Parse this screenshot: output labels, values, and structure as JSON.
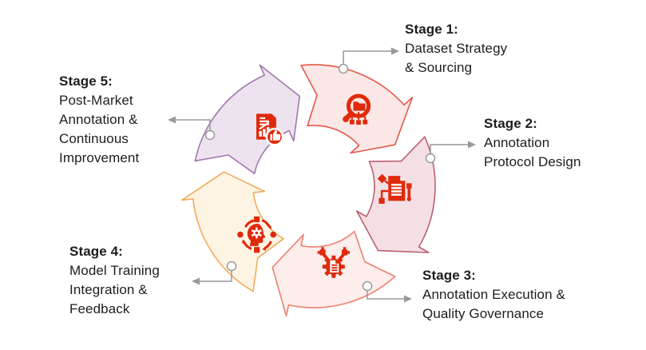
{
  "diagram": {
    "background": "#ffffff",
    "text_color": "#1d1d1f",
    "icon_color": "#e02a0c",
    "connector_color": "#999999",
    "stages": [
      {
        "stage": "Stage 1:",
        "lines": [
          "Dataset Strategy",
          "& Sourcing"
        ],
        "icon": "dataset-sourcing-magnifier-icon",
        "fill": "#fbe8e6",
        "stroke": "#e4584a"
      },
      {
        "stage": "Stage 2:",
        "lines": [
          "Annotation",
          "Protocol Design"
        ],
        "icon": "annotation-protocol-document-icon",
        "fill": "#f4e0e4",
        "stroke": "#bd6072"
      },
      {
        "stage": "Stage 3:",
        "lines": [
          "Annotation Execution &",
          "Quality Governance"
        ],
        "icon": "quality-governance-gear-icon",
        "fill": "#fdedeb",
        "stroke": "#ec8270"
      },
      {
        "stage": "Stage 4:",
        "lines": [
          "Model Training",
          "Integration &",
          "Feedback"
        ],
        "icon": "model-training-brain-icon",
        "fill": "#fdf4e4",
        "stroke": "#f2ab5d"
      },
      {
        "stage": "Stage 5:",
        "lines": [
          "Post-Market",
          "Annotation &",
          "Continuous",
          "Improvement"
        ],
        "icon": "continuous-improvement-report-icon",
        "fill": "#ece3ef",
        "stroke": "#a178b0"
      }
    ]
  }
}
